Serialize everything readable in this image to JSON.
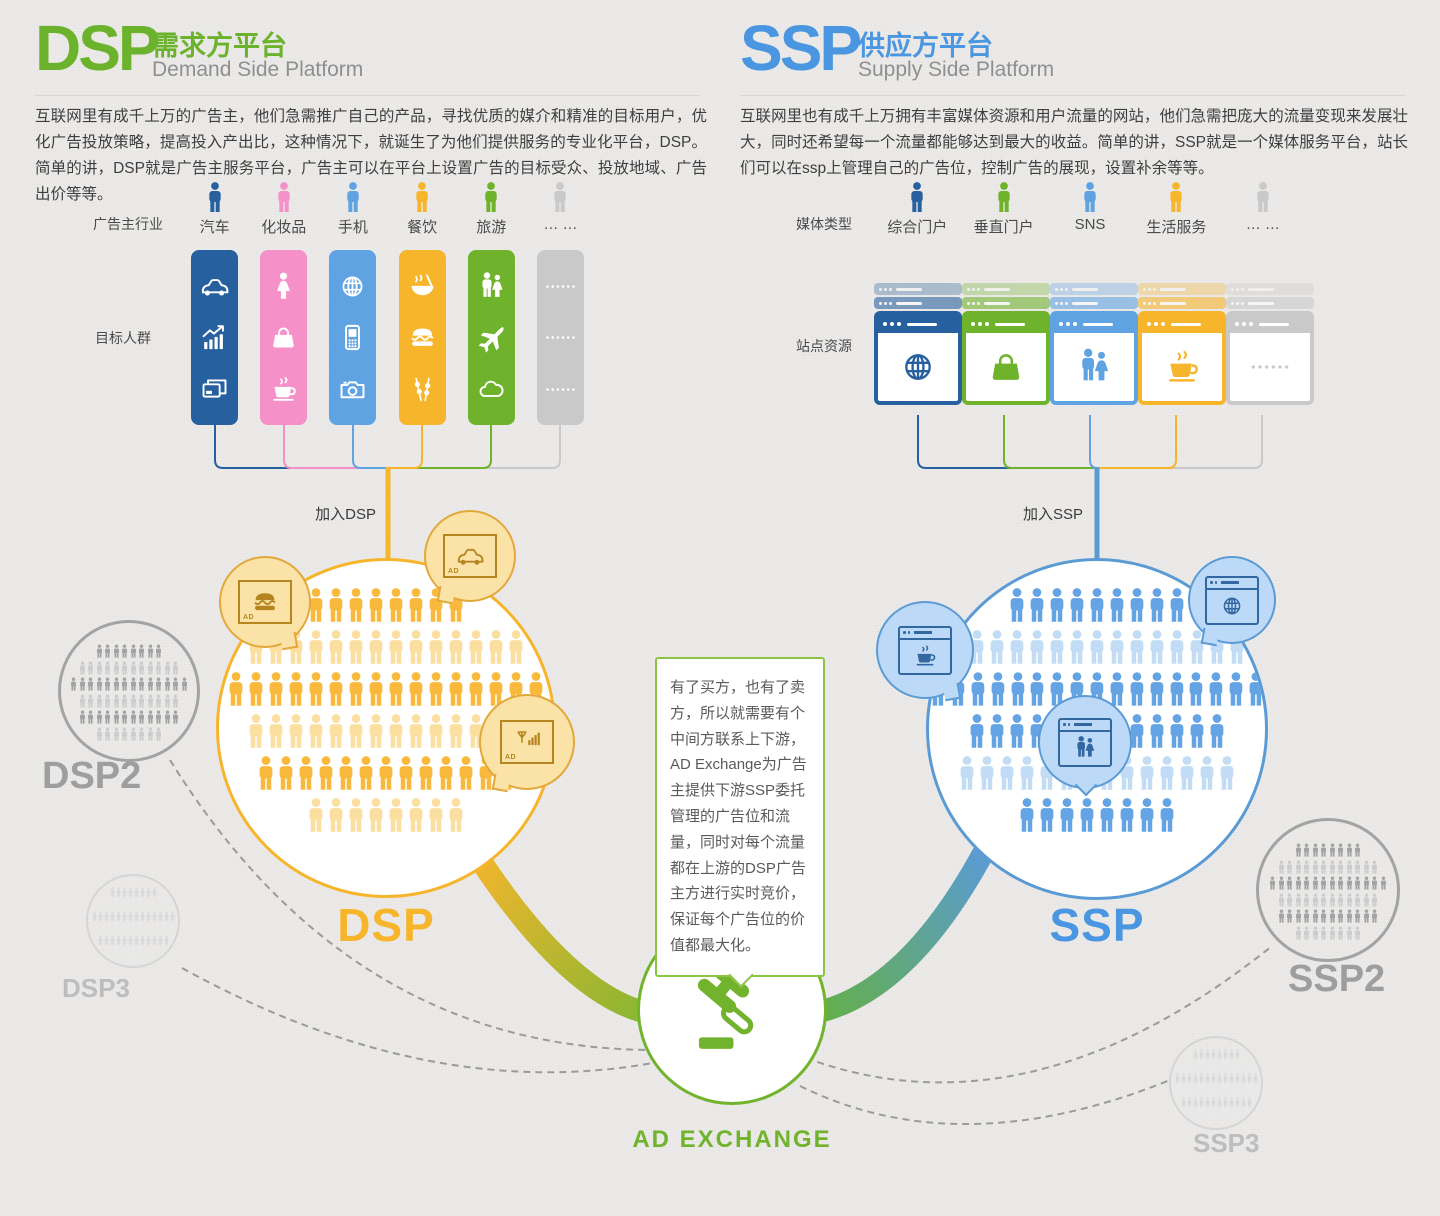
{
  "colors": {
    "dsp_green": "#6bb32c",
    "ssp_blue": "#4b96e0",
    "dsp_accent": "#f7b52c",
    "ssp_accent": "#5b9bd5",
    "adx_green": "#72b32e",
    "dsp_crowd_dark": "#f9b93d",
    "dsp_crowd_light": "#fbdfa1",
    "ssp_crowd_dark": "#64a3e4",
    "ssp_crowd_light": "#c3dcf6",
    "other2_dark": "#a3a3a3",
    "other2_light": "#cccccc",
    "other3_dark": "#d9d9d9",
    "other3_light": "#e8e8e8"
  },
  "ads": {
    "badge": "AD"
  },
  "dsp": {
    "acronym": "DSP",
    "title_zh": "需求方平台",
    "title_en": "Demand Side Platform",
    "description": "互联网里有成千上万的广告主，他们急需推广自己的产品，寻找优质的媒介和精准的目标用户，优化广告投放策略，提高投入产出比，这种情况下，就诞生了为他们提供服务的专业化平台，DSP。简单的讲，DSP就是广告主服务平台，广告主可以在平台上设置广告的目标受众、投放地域、广告出价等等。",
    "row_label": "广告主行业",
    "audience_label": "目标人群",
    "join_label": "加入DSP",
    "circle_label": "DSP",
    "industries": [
      {
        "label": "汽车",
        "color": "#27609e",
        "icons": [
          "car-icon",
          "chart-icon",
          "cards-icon"
        ]
      },
      {
        "label": "化妆品",
        "color": "#f590c8",
        "icons": [
          "woman-icon",
          "bag-icon",
          "coffee-icon"
        ]
      },
      {
        "label": "手机",
        "color": "#5fa3e3",
        "icons": [
          "globe-icon",
          "phone-icon",
          "camera-icon"
        ]
      },
      {
        "label": "餐饮",
        "color": "#f7b52c",
        "icons": [
          "bowl-icon",
          "sandwich-icon",
          "skewer-icon"
        ]
      },
      {
        "label": "旅游",
        "color": "#6fb22b",
        "icons": [
          "couple-icon",
          "plane-icon",
          "cloud-icon"
        ]
      },
      {
        "label": "… …",
        "color": "#c9c9c9",
        "icons": [
          "dots-icon",
          "dots-icon",
          "dots-icon"
        ]
      }
    ],
    "crowd_rows": [
      {
        "n": 8,
        "tone": "dark"
      },
      {
        "n": 14,
        "tone": "light"
      },
      {
        "n": 16,
        "tone": "dark"
      },
      {
        "n": 14,
        "tone": "light"
      },
      {
        "n": 13,
        "tone": "dark"
      },
      {
        "n": 8,
        "tone": "light"
      }
    ],
    "bubbles": [
      {
        "icon": "sandwich-icon"
      },
      {
        "icon": "car-icon"
      },
      {
        "icon": "signal-icon"
      }
    ]
  },
  "ssp": {
    "acronym": "SSP",
    "title_zh": "供应方平台",
    "title_en": "Supply Side Platform",
    "description": "互联网里也有成千上万拥有丰富媒体资源和用户流量的网站，他们急需把庞大的流量变现来发展壮大，同时还希望每一个流量都能够达到最大的收益。简单的讲，SSP就是一个媒体服务平台，站长们可以在ssp上管理自己的广告位，控制广告的展现，设置补余等等。",
    "row_label": "媒体类型",
    "sites_label": "站点资源",
    "join_label": "加入SSP",
    "circle_label": "SSP",
    "media_types": [
      {
        "label": "综合门户",
        "color": "#27609e",
        "icon": "globe-icon"
      },
      {
        "label": "垂直门户",
        "color": "#6fb22b",
        "icon": "bag-icon"
      },
      {
        "label": "SNS",
        "color": "#5fa3e3",
        "icon": "couple-icon"
      },
      {
        "label": "生活服务",
        "color": "#f7b52c",
        "icon": "coffee-icon"
      },
      {
        "label": "… …",
        "color": "#c9c9c9",
        "icon": "dots-icon"
      }
    ],
    "crowd_rows": [
      {
        "n": 9,
        "tone": "dark"
      },
      {
        "n": 15,
        "tone": "light"
      },
      {
        "n": 17,
        "tone": "dark"
      },
      {
        "n": 13,
        "tone": "dark"
      },
      {
        "n": 14,
        "tone": "light"
      },
      {
        "n": 8,
        "tone": "dark"
      }
    ],
    "bubbles": [
      {
        "icon": "coffee-icon"
      },
      {
        "icon": "globe-icon"
      },
      {
        "icon": "couple-icon"
      }
    ]
  },
  "exchange": {
    "label": "AD EXCHANGE",
    "note": "有了买方，也有了卖方，所以就需要有个中间方联系上下游，AD Exchange为广告主提供下游SSP委托管理的广告位和流量，同时对每个流量都在上游的DSP广告主方进行实时竞价，保证每个广告位的价值都最大化。"
  },
  "others": {
    "dsp2": "DSP2",
    "dsp3": "DSP3",
    "ssp2": "SSP2",
    "ssp3": "SSP3",
    "crowd_rows": [
      {
        "n": 8,
        "tone": "dark"
      },
      {
        "n": 12,
        "tone": "light"
      },
      {
        "n": 14,
        "tone": "dark"
      },
      {
        "n": 12,
        "tone": "light"
      },
      {
        "n": 12,
        "tone": "dark"
      },
      {
        "n": 8,
        "tone": "light"
      }
    ]
  }
}
